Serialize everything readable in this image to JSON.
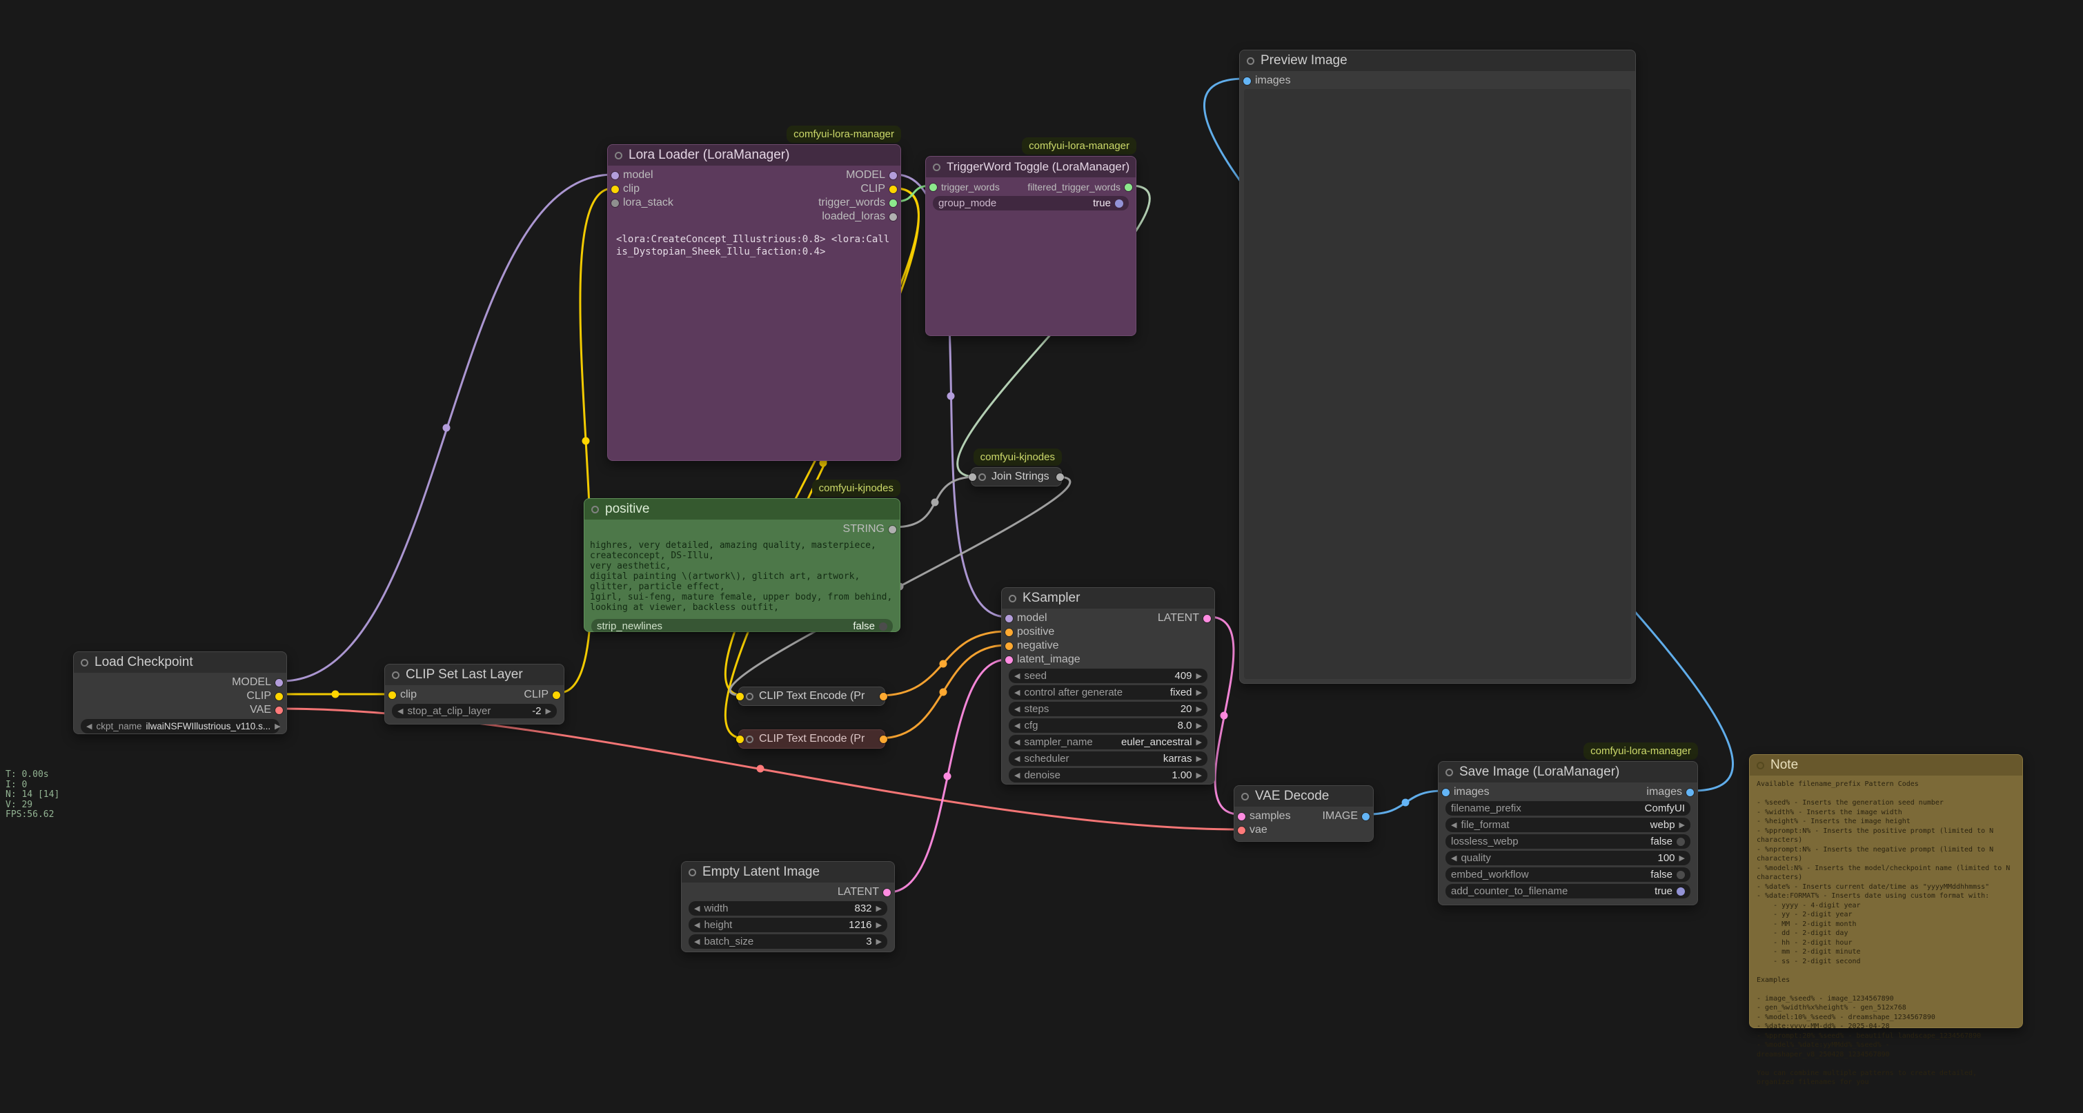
{
  "icons": {
    "dec": "◀",
    "inc": "▶"
  },
  "colors": {
    "model": "#b39ddb",
    "clip": "#ffd500",
    "vae": "#ff7a7a",
    "conditioning": "#ffa931",
    "latent": "#ff8ce1",
    "image": "#64b5f6",
    "string": "#a8a8a8",
    "trigger_words": "#8ce88c",
    "node_purple": "#5c3a5c",
    "node_green": "#4d7849",
    "node_note": "#7c6a38"
  },
  "stats": "T: 0.00s\nI: 0\nN: 14 [14]\nV: 29\nFPS:56.62",
  "badges": {
    "lora_manager": "comfyui-lora-manager",
    "kjnodes": "comfyui-kjnodes"
  },
  "nodes": {
    "load_checkpoint": {
      "title": "Load Checkpoint",
      "outputs": [
        "MODEL",
        "CLIP",
        "VAE"
      ],
      "widget": {
        "label": "ckpt_name",
        "value": "ilwaiNSFWIllustrious_v110.s..."
      }
    },
    "clip_set_last_layer": {
      "title": "CLIP Set Last Layer",
      "input": "clip",
      "output": "CLIP",
      "widget": {
        "label": "stop_at_clip_layer",
        "value": "-2"
      }
    },
    "lora_loader": {
      "title": "Lora Loader (LoraManager)",
      "inputs": [
        "model",
        "clip",
        "lora_stack"
      ],
      "outputs": [
        "MODEL",
        "CLIP",
        "trigger_words",
        "loaded_loras"
      ],
      "text": "<lora:CreateConcept_Illustrious:0.8> <lora:Callis_Dystopian_Sheek_Illu_faction:0.4>"
    },
    "triggerword_toggle": {
      "title": "TriggerWord Toggle (LoraManager)",
      "input": "trigger_words",
      "output": "filtered_trigger_words",
      "widget": {
        "label": "group_mode",
        "value": "true"
      }
    },
    "join_strings": {
      "title": "Join Strings"
    },
    "positive": {
      "title": "positive",
      "output": "STRING",
      "text": "highres, very detailed, amazing quality, masterpiece, createconcept, DS-Illu,\nvery aesthetic,\ndigital painting \\(artwork\\), glitch art, artwork, glitter, particle effect,\n1girl, sui-feng, mature female, upper body, from behind, looking at viewer, backless outfit,",
      "widget": {
        "label": "strip_newlines",
        "value": "false"
      }
    },
    "clip_text_encode_1": {
      "title": "CLIP Text Encode (Pr"
    },
    "clip_text_encode_2": {
      "title": "CLIP Text Encode (Pr"
    },
    "ksampler": {
      "title": "KSampler",
      "inputs": [
        "model",
        "positive",
        "negative",
        "latent_image"
      ],
      "output": "LATENT",
      "widgets": [
        {
          "label": "seed",
          "value": "409"
        },
        {
          "label": "control after generate",
          "value": "fixed"
        },
        {
          "label": "steps",
          "value": "20"
        },
        {
          "label": "cfg",
          "value": "8.0"
        },
        {
          "label": "sampler_name",
          "value": "euler_ancestral"
        },
        {
          "label": "scheduler",
          "value": "karras"
        },
        {
          "label": "denoise",
          "value": "1.00"
        }
      ]
    },
    "empty_latent": {
      "title": "Empty Latent Image",
      "output": "LATENT",
      "widgets": [
        {
          "label": "width",
          "value": "832"
        },
        {
          "label": "height",
          "value": "1216"
        },
        {
          "label": "batch_size",
          "value": "3"
        }
      ]
    },
    "vae_decode": {
      "title": "VAE Decode",
      "inputs": [
        "samples",
        "vae"
      ],
      "output": "IMAGE"
    },
    "save_image": {
      "title": "Save Image (LoraManager)",
      "input": "images",
      "output": "images",
      "widgets": [
        {
          "label": "filename_prefix",
          "value": "ComfyUI"
        },
        {
          "label": "file_format",
          "value": "webp"
        },
        {
          "label": "lossless_webp",
          "value": "false"
        },
        {
          "label": "quality",
          "value": "100"
        },
        {
          "label": "embed_workflow",
          "value": "false"
        },
        {
          "label": "add_counter_to_filename",
          "value": "true"
        }
      ]
    },
    "preview_image": {
      "title": "Preview Image",
      "input": "images"
    },
    "note": {
      "title": "Note",
      "body": "Available filename_prefix Pattern Codes\n\n- %seed% - Inserts the generation seed number\n- %width% - Inserts the image width\n- %height% - Inserts the image height\n- %pprompt:N% - Inserts the positive prompt (limited to N characters)\n- %nprompt:N% - Inserts the negative prompt (limited to N characters)\n- %model:N% - Inserts the model/checkpoint name (limited to N characters)\n- %date% - Inserts current date/time as \"yyyyMMddhhmmss\"\n- %date:FORMAT% - Inserts date using custom format with:\n    - yyyy - 4-digit year\n    - yy - 2-digit year\n    - MM - 2-digit month\n    - dd - 2-digit day\n    - hh - 2-digit hour\n    - mm - 2-digit minute\n    - ss - 2-digit second\n\nExamples\n\n- image_%seed% - image_1234567890\n- gen_%width%x%height% - gen_512x768\n- %model:10%_%seed% - dreamshape_1234567890\n- %date:yyyy-MM-dd% - 2025-04-28\n- %pprompt:20%_%seed% - beautiful landscape_1234567890\n- %model%_%date:yyMMdd%_%seed% - dreamshaper_v8_250428_1234567890\n\nYou can combine multiple patterns to create detailed, organized filenames for you"
    }
  }
}
